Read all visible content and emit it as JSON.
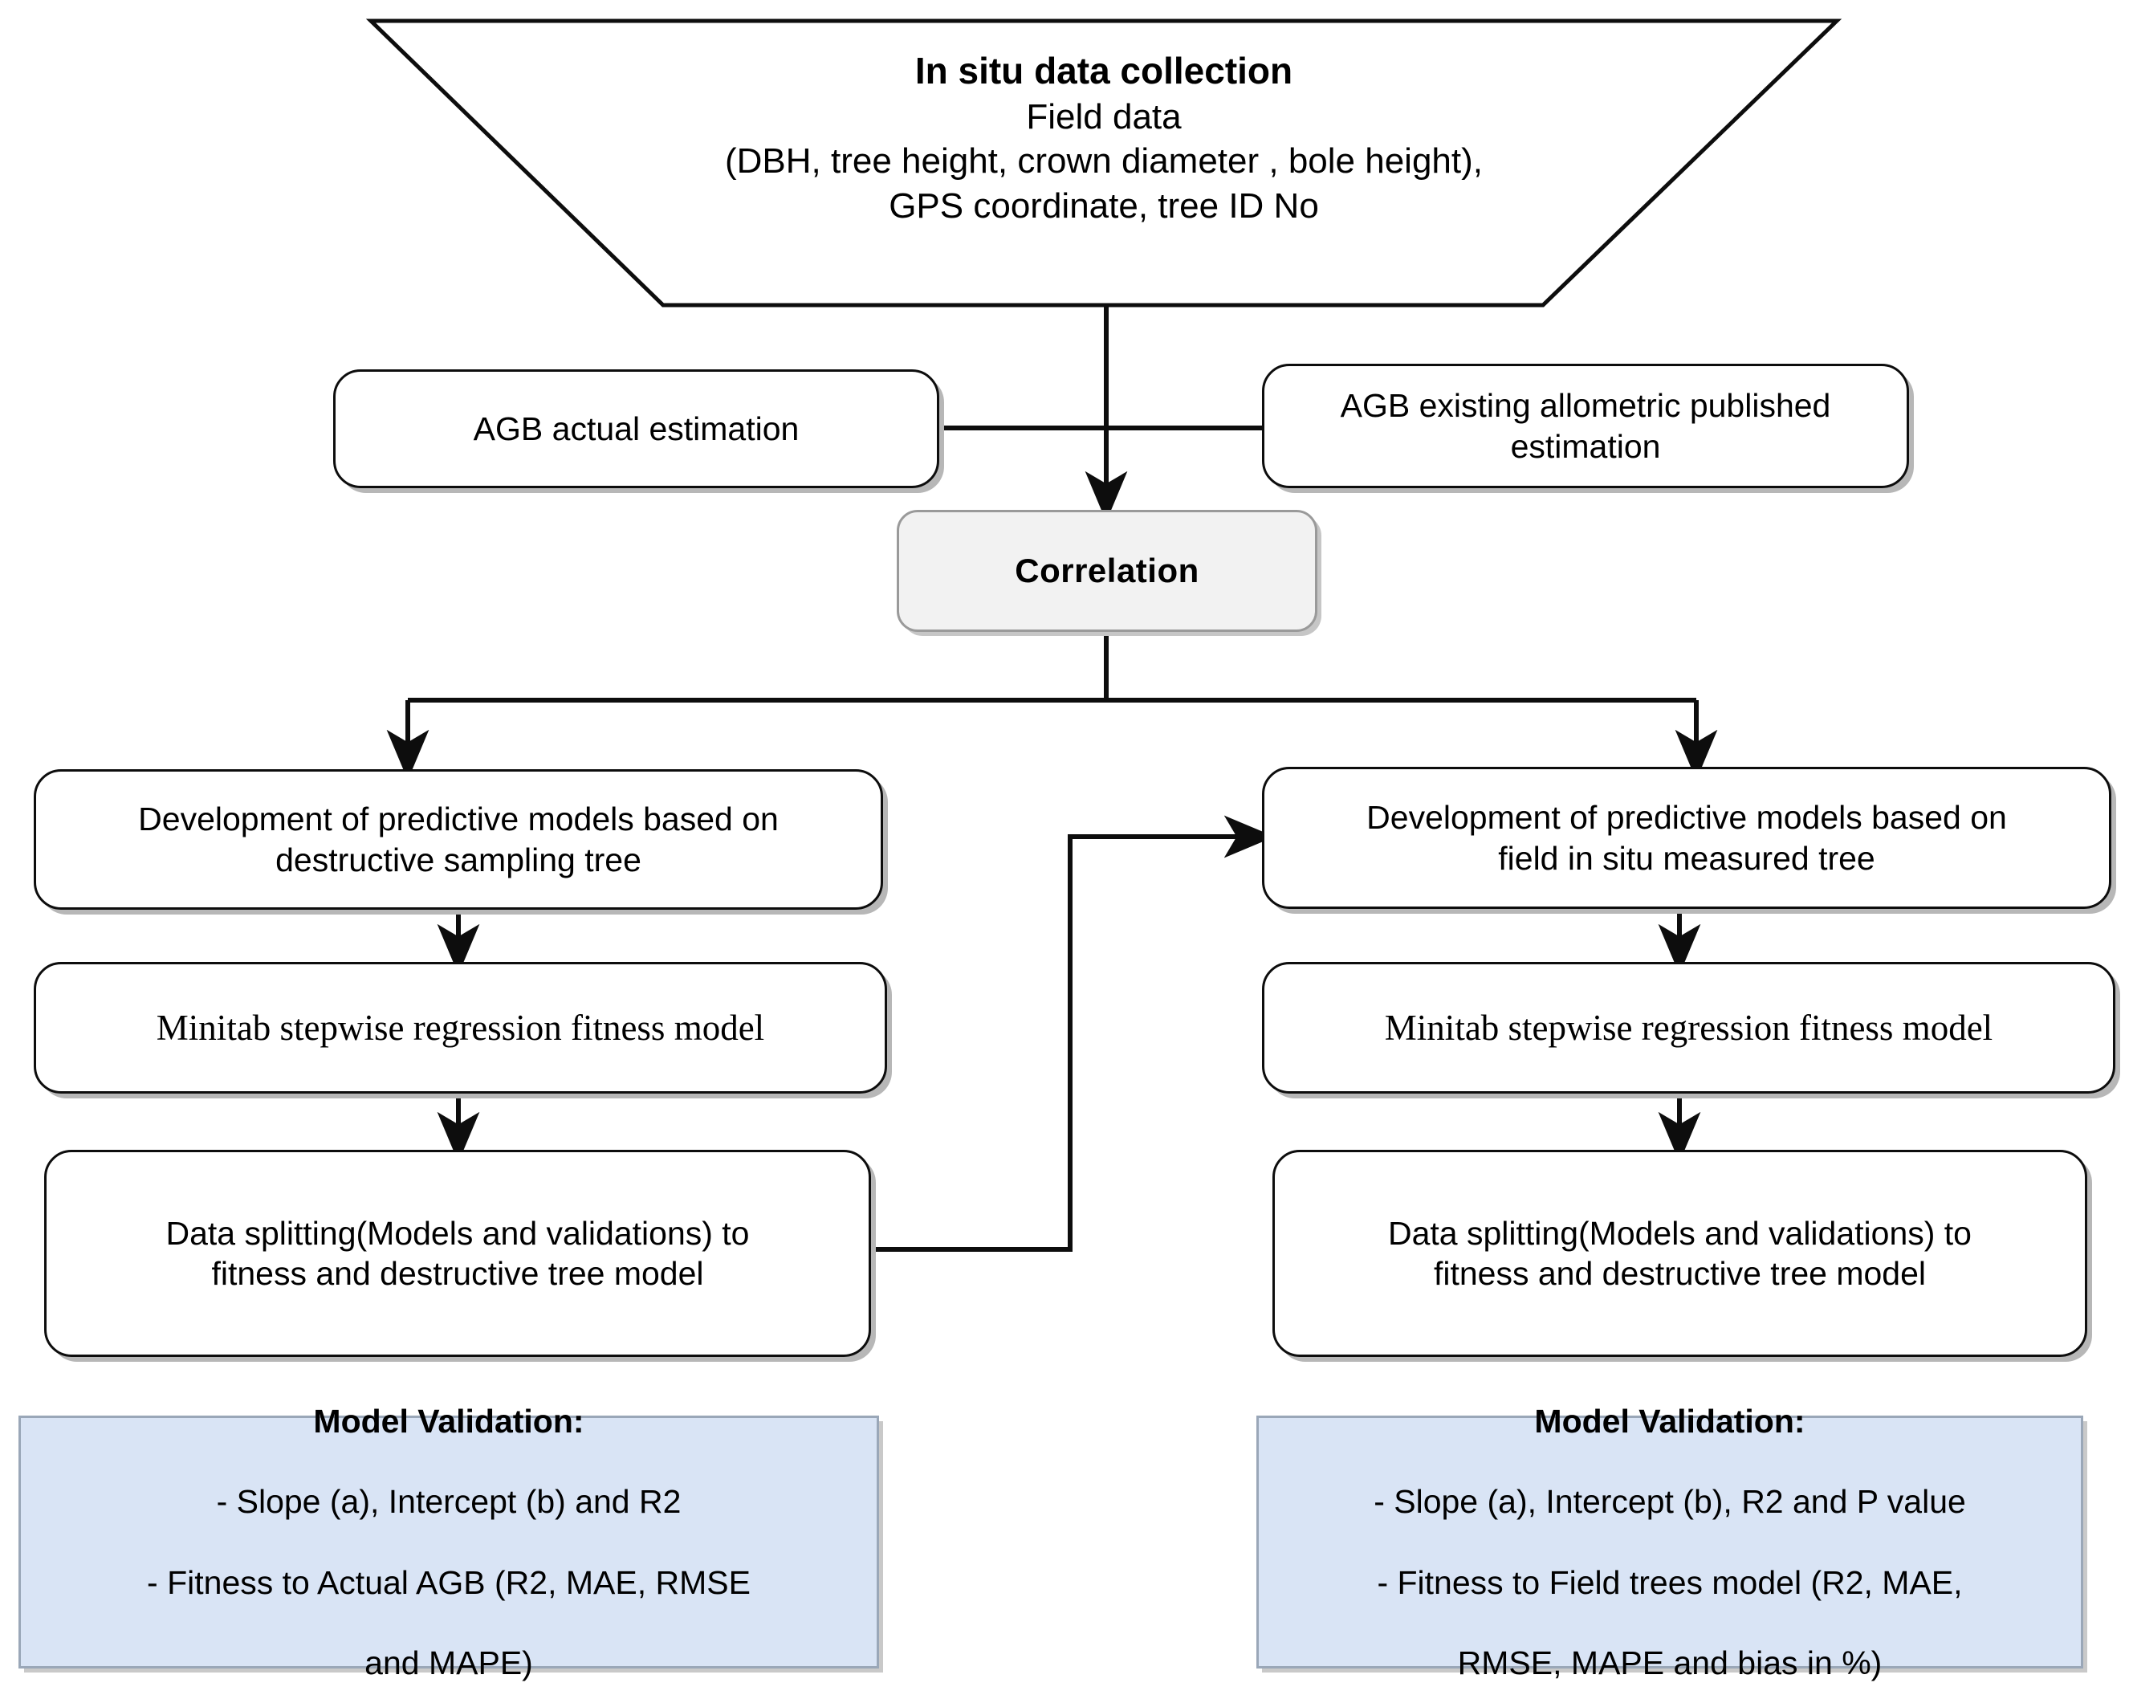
{
  "diagram": {
    "type": "flowchart",
    "title": "AGB predictive modelling workflow",
    "colors": {
      "node_border": "#0d0d0d",
      "node_fill": "#ffffff",
      "correlation_fill": "#f2f2f2",
      "correlation_border": "#9a9a9a",
      "validation_fill": "#d9e4f5",
      "validation_border": "#9aa7b8",
      "edge": "#0d0d0d",
      "shadow": "#b7b7b7"
    }
  },
  "nodes": {
    "insitu": {
      "title": "In situ data collection",
      "line1": "Field data",
      "line2": "(DBH, tree height, crown diameter , bole height),",
      "line3": "GPS coordinate, tree ID No"
    },
    "agb_actual": {
      "label": "AGB actual estimation"
    },
    "agb_published": {
      "label": "AGB existing allometric published\nestimation"
    },
    "correlation": {
      "label": "Correlation"
    },
    "dev_destructive": {
      "label": "Development of predictive models based on\ndestructive sampling tree"
    },
    "dev_field": {
      "label": "Development of predictive models based on\nfield in situ measured tree"
    },
    "minitab_left": {
      "label": "Minitab stepwise regression fitness model"
    },
    "minitab_right": {
      "label": "Minitab stepwise regression fitness model"
    },
    "split_left": {
      "label": "Data splitting(Models and validations) to\nfitness and destructive tree model"
    },
    "split_right": {
      "label": "Data splitting(Models and validations) to\nfitness and destructive tree model"
    },
    "validation_left": {
      "title": "Model Validation:",
      "line1": "- Slope (a), Intercept (b) and R2",
      "line2": "- Fitness to Actual AGB (R2, MAE, RMSE",
      "line3": "and MAPE)"
    },
    "validation_right": {
      "title": "Model Validation:",
      "line1": "- Slope (a), Intercept (b), R2 and P value",
      "line2": "- Fitness to Field trees model (R2, MAE,",
      "line3": "RMSE, MAPE and bias in %)"
    }
  },
  "edges": [
    {
      "id": "insitu-to-correlation",
      "from": "insitu",
      "to": "correlation",
      "arrow": true
    },
    {
      "id": "agb-actual-join",
      "from": "agb_actual",
      "to": "insitu-stem",
      "arrow": false
    },
    {
      "id": "agb-published-join",
      "from": "agb_published",
      "to": "insitu-stem",
      "arrow": false
    },
    {
      "id": "correlation-to-dev-destructive",
      "from": "correlation",
      "to": "dev_destructive",
      "arrow": true
    },
    {
      "id": "correlation-to-dev-field",
      "from": "correlation",
      "to": "dev_field",
      "arrow": true
    },
    {
      "id": "dev-destructive-to-minitab-left",
      "from": "dev_destructive",
      "to": "minitab_left",
      "arrow": true
    },
    {
      "id": "minitab-left-to-split-left",
      "from": "minitab_left",
      "to": "split_left",
      "arrow": true
    },
    {
      "id": "dev-field-to-minitab-right",
      "from": "dev_field",
      "to": "minitab_right",
      "arrow": true
    },
    {
      "id": "minitab-right-to-split-right",
      "from": "minitab_right",
      "to": "split_right",
      "arrow": true
    },
    {
      "id": "split-left-feedback-to-dev-field",
      "from": "split_left",
      "to": "dev_field",
      "arrow": true
    }
  ]
}
